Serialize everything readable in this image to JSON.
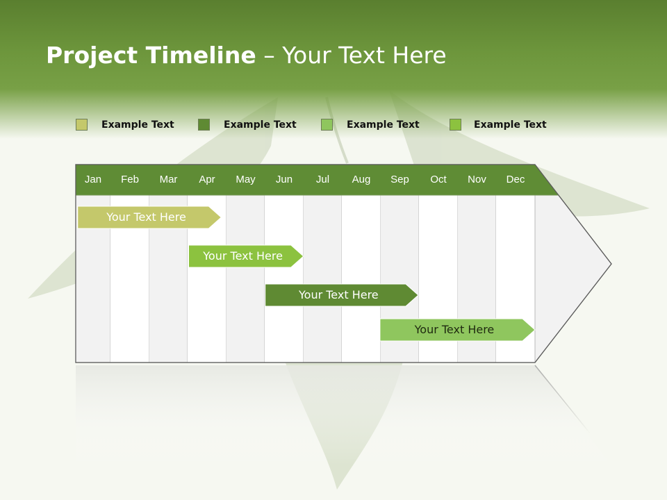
{
  "title": {
    "bold": "Project Timeline",
    "rest": " – Your Text Here"
  },
  "legend": [
    {
      "label": "Example Text",
      "color": "#c4c86b"
    },
    {
      "label": "Example Text",
      "color": "#5f8a33"
    },
    {
      "label": "Example Text",
      "color": "#8fc65e"
    },
    {
      "label": "Example Text",
      "color": "#8cc23f"
    }
  ],
  "colors": {
    "header_dark": "#5a7f2f",
    "header_light": "#78a046",
    "month_bar": "#5f8c35",
    "stripe_light": "#f2f2f2",
    "stripe_white": "#ffffff",
    "arrow_fill": "#f2f2f2"
  },
  "months": [
    "Jan",
    "Feb",
    "Mar",
    "Apr",
    "May",
    "Jun",
    "Jul",
    "Aug",
    "Sep",
    "Oct",
    "Nov",
    "Dec"
  ],
  "tasks": [
    {
      "label": "Your  Text Here",
      "start_month": 0.05,
      "end_month": 3.8,
      "color": "#c4c86b",
      "text_color": "#ffffff"
    },
    {
      "label": "Your  Text Here",
      "start_month": 2.95,
      "end_month": 5.95,
      "color": "#8cc23f",
      "text_color": "#ffffff"
    },
    {
      "label": "Your  Text Here",
      "start_month": 4.95,
      "end_month": 8.95,
      "color": "#5f8a33",
      "text_color": "#ffffff"
    },
    {
      "label": "Your  Text Here",
      "start_month": 7.95,
      "end_month": 12.0,
      "color": "#8fc65e",
      "text_color": "#1f2a10"
    }
  ]
}
